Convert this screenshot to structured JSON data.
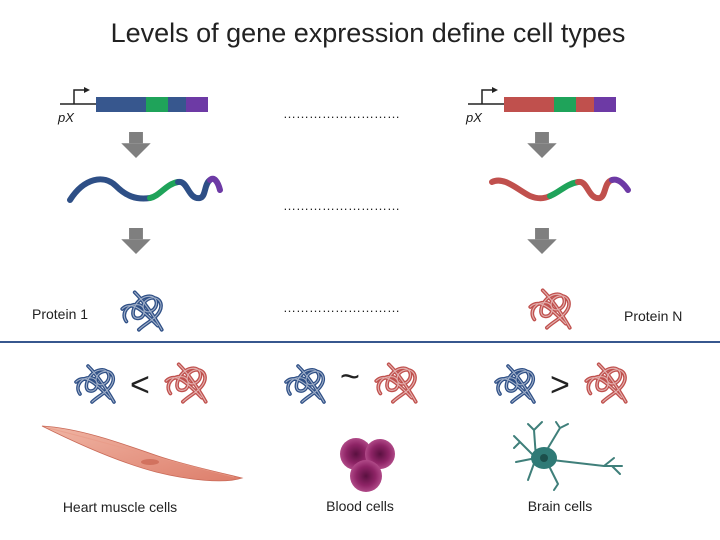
{
  "title": "Levels of gene expression define cell types",
  "genes": {
    "left": {
      "promoter": "pX",
      "segment_colors": [
        "#37578e",
        "#1fa35a",
        "#37578e",
        "#6d3aa5"
      ]
    },
    "right": {
      "promoter": "pX",
      "segment_colors": [
        "#c0504d",
        "#1fa35a",
        "#c0504d",
        "#6d3aa5"
      ]
    }
  },
  "dotted_rows": [
    "………………………",
    "………………………",
    "………………………"
  ],
  "proteins": {
    "left_label": "Protein 1",
    "right_label": "Protein N"
  },
  "colors": {
    "protein1": "#2e4f86",
    "proteinN": "#c0504d",
    "arrow": "#7f7f7f",
    "divider": "#37578e"
  },
  "comparisons": [
    {
      "symbol": "<",
      "cell": "Heart muscle cells",
      "cell_icon": "muscle-cell"
    },
    {
      "symbol": "~",
      "cell": "Blood cells",
      "cell_icon": "blood-cells"
    },
    {
      "symbol": ">",
      "cell": "Brain cells",
      "cell_icon": "neuron"
    }
  ]
}
